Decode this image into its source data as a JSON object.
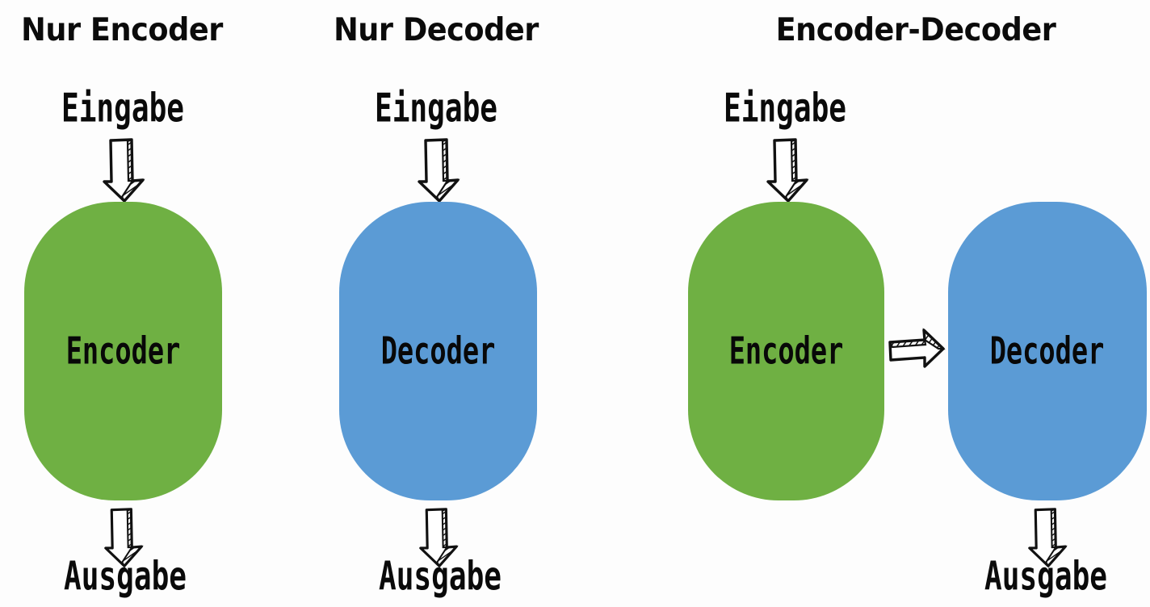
{
  "diagram": {
    "background_color": "#fdfdfd",
    "colors": {
      "encoder_green": "#6fb043",
      "decoder_blue": "#5b9bd5",
      "text_black": "#0a0a0a",
      "arrow_outline": "#111111",
      "arrow_fill": "#ffffff"
    },
    "panels": [
      {
        "id": "encoder-only",
        "title": "Nur Encoder",
        "input_label": "Eingabe",
        "output_label": "Ausgabe",
        "blocks": [
          {
            "label": "Encoder",
            "color": "green"
          }
        ],
        "arrows": [
          "input-down",
          "output-down"
        ]
      },
      {
        "id": "decoder-only",
        "title": "Nur Decoder",
        "input_label": "Eingabe",
        "output_label": "Ausgabe",
        "blocks": [
          {
            "label": "Decoder",
            "color": "blue"
          }
        ],
        "arrows": [
          "input-down",
          "output-down"
        ]
      },
      {
        "id": "encoder-decoder",
        "title": "Encoder-Decoder",
        "input_label": "Eingabe",
        "output_label": "Ausgabe",
        "blocks": [
          {
            "label": "Encoder",
            "color": "green"
          },
          {
            "label": "Decoder",
            "color": "blue"
          }
        ],
        "arrows": [
          "input-down",
          "encoder-to-decoder-right",
          "output-down"
        ]
      }
    ],
    "icons": {
      "down_arrow": "arrow-down-icon",
      "right_arrow": "arrow-right-icon"
    }
  }
}
